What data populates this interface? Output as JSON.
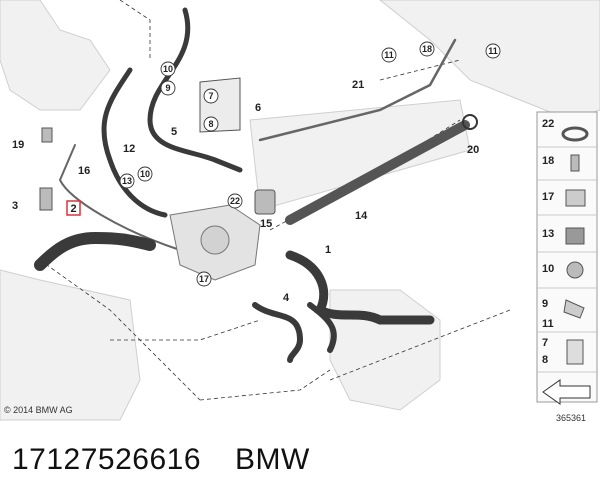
{
  "diagram": {
    "copyright": "© 2014 BMW AG",
    "ref_number": "365361",
    "highlighted_part": "2",
    "callouts": [
      "1",
      "2",
      "3",
      "4",
      "5",
      "6",
      "7",
      "8",
      "9",
      "10",
      "11",
      "12",
      "13",
      "14",
      "15",
      "16",
      "17",
      "18",
      "19",
      "20",
      "21",
      "22"
    ],
    "legend_parts": [
      "22",
      "18",
      "17",
      "13",
      "10",
      "9",
      "11",
      "7",
      "8"
    ]
  },
  "caption": {
    "part_number": "17127526616",
    "brand": "BMW"
  },
  "colors": {
    "highlight": "#d9333f",
    "hose": "#3a3a3a",
    "ghost": "#c8c8c8"
  }
}
